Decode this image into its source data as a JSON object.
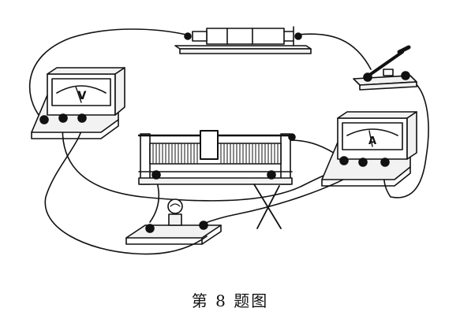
{
  "caption": "第 8 题图",
  "meters": {
    "voltmeter_symbol": "V",
    "ammeter_symbol": "A"
  },
  "colors": {
    "ink": "#111111",
    "panel_fill": "#f2f2f2",
    "background": "#ffffff"
  }
}
